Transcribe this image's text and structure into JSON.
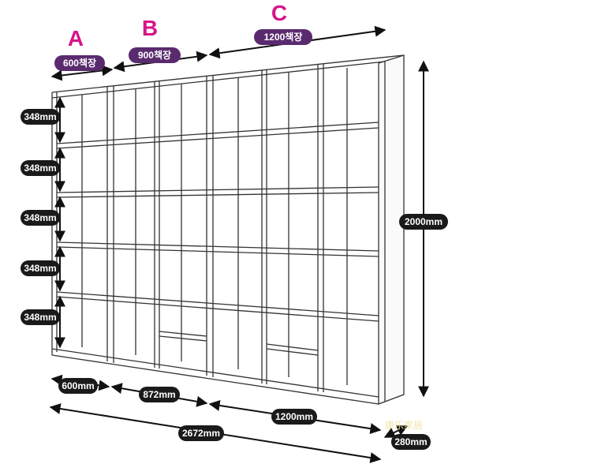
{
  "sections": [
    {
      "letter": "A",
      "label": "600책장"
    },
    {
      "letter": "B",
      "label": "900책장"
    },
    {
      "letter": "C",
      "label": "1200책장"
    }
  ],
  "shelf_heights": [
    "348mm",
    "348mm",
    "348mm",
    "348mm",
    "348mm"
  ],
  "total_height": "2000mm",
  "widths": [
    "600mm",
    "872mm",
    "1200mm"
  ],
  "total_width": "2672mm",
  "depth": "280mm",
  "watermark": "康乐家居",
  "colors": {
    "letter": "#d9138a",
    "label_bg_sections": "#5a2a6e",
    "label_bg_dims": "#1a1a1a",
    "frame_stroke": "#333333",
    "watermark": "#f2e4a8"
  }
}
